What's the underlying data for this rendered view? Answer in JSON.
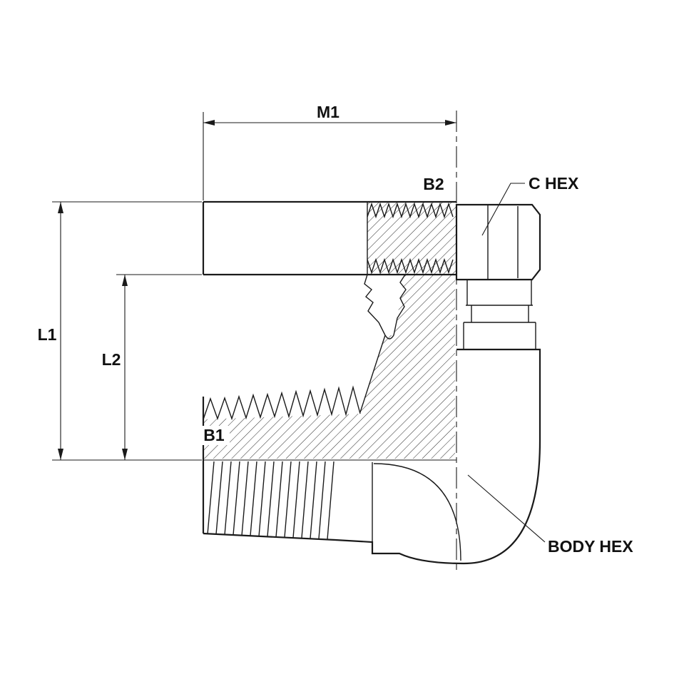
{
  "drawing": {
    "background": "#ffffff",
    "line_color": "#1a1a1a",
    "dimensions": {
      "m1": "M1",
      "l1": "L1",
      "l2": "L2"
    },
    "callouts": {
      "b1": "B1",
      "b2": "B2",
      "c_hex": "C HEX",
      "body_hex": "BODY HEX"
    }
  }
}
